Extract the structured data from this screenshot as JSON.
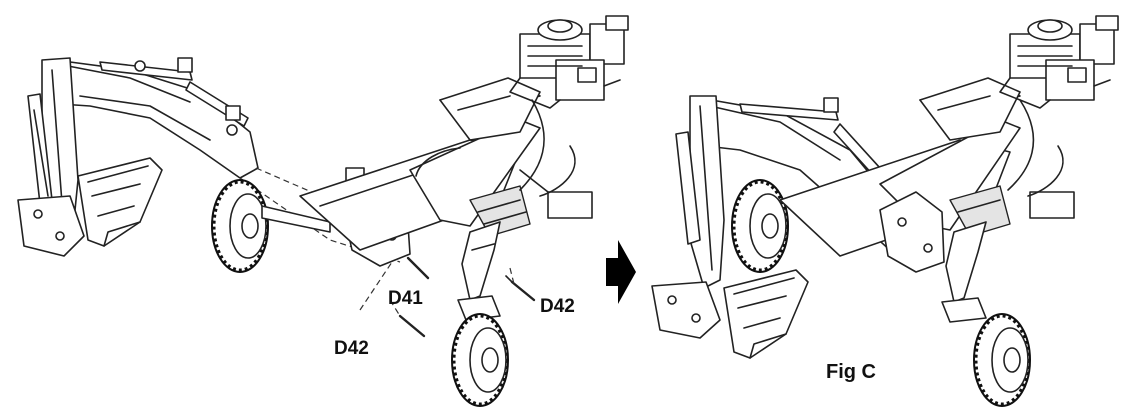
{
  "callouts": {
    "d41": "D41",
    "d42_right": "D42",
    "d42_bottom": "D42"
  },
  "figure_caption": "Fig C",
  "icons": {
    "step_arrow": "right-arrow-icon"
  },
  "colors": {
    "line": "#222222",
    "arrow": "#000000",
    "background": "#ffffff"
  }
}
